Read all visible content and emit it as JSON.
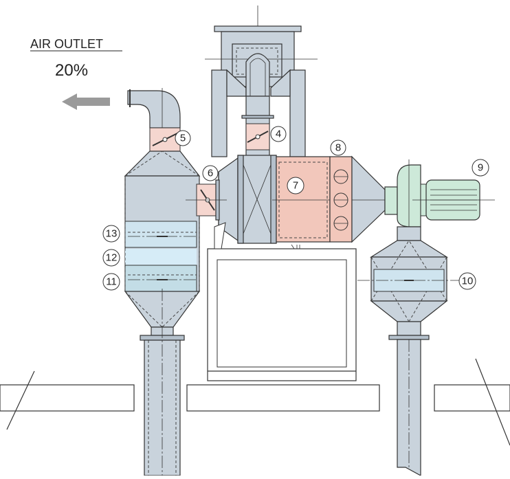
{
  "labels": {
    "outlet_title": "AIR OUTLET",
    "outlet_percent": "20%",
    "n4": "4",
    "n5": "5",
    "n6": "6",
    "n7": "7",
    "n8": "8",
    "n9": "9",
    "n10": "10",
    "n11": "11",
    "n12": "12",
    "n13": "13"
  },
  "colors": {
    "duct": "#c9d3dc",
    "duct_dark": "#b4c0cb",
    "filter_pink": "#f2c7bb",
    "damper_pink": "#f5d6cf",
    "filter_blue": "#cfe4ef",
    "filter_cyan": "#c3dde6",
    "motor_green": "#cde9d9",
    "line": "#333333",
    "arrow": "#9a9a9a"
  }
}
